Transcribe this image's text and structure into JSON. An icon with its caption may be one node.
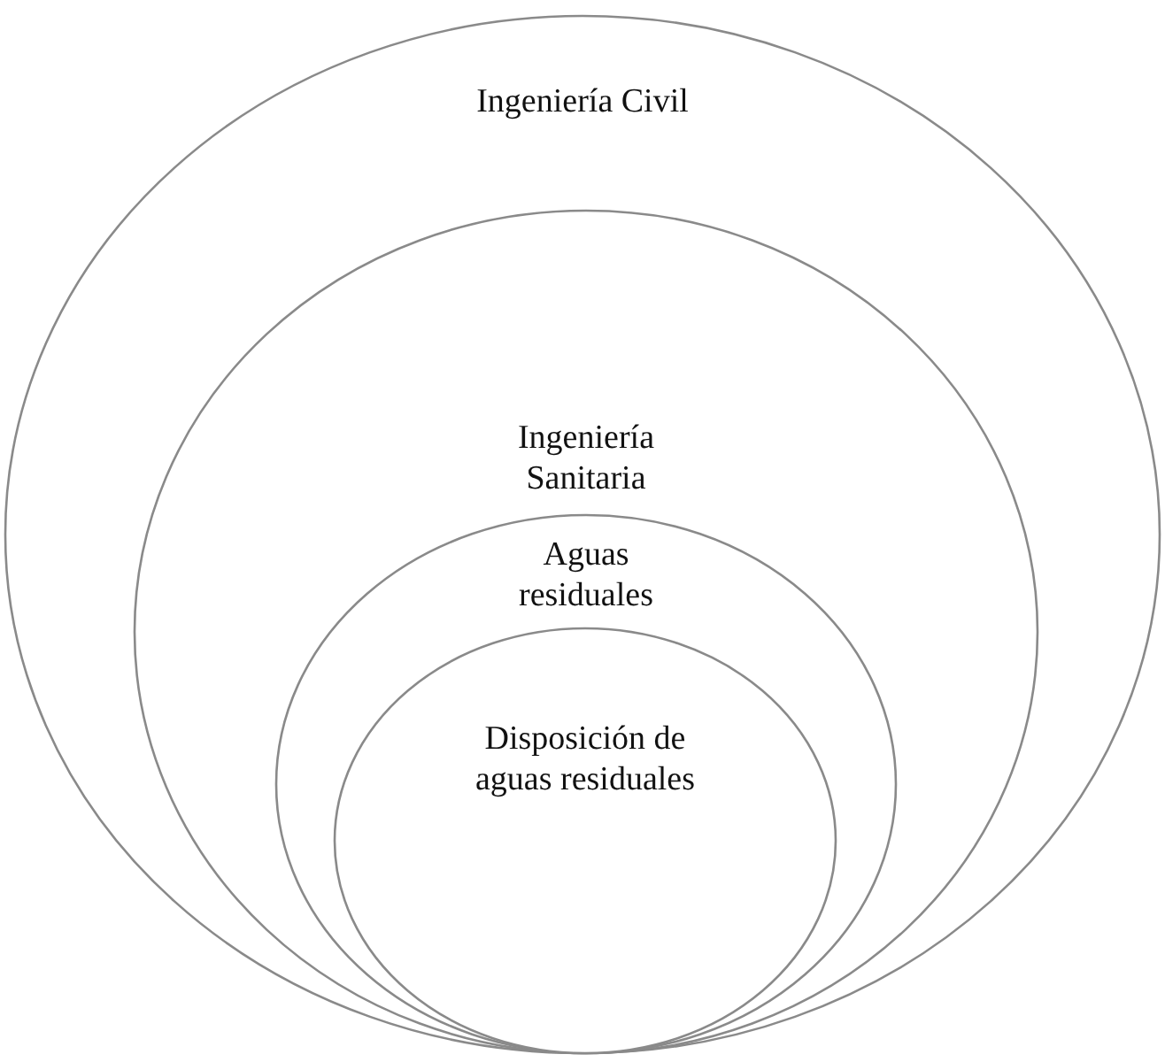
{
  "diagram": {
    "nodes": [
      {
        "text": [
          "Ingeniería Civil"
        ]
      },
      {
        "text": [
          "Ingeniería Sanitaria"
        ],
        "in": 0
      },
      {
        "text": [
          "Aguas residuales"
        ],
        "in": 1
      },
      {
        "text": [
          "Disposición de aguas residuales"
        ],
        "in": 2
      }
    ]
  }
}
